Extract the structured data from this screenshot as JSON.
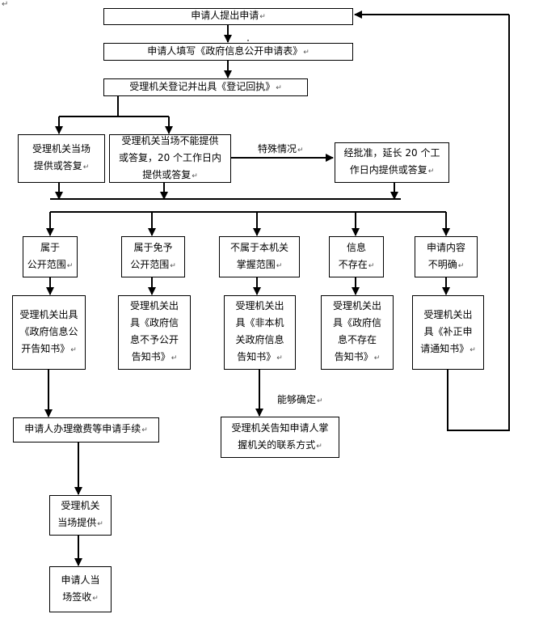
{
  "nodes": {
    "apply": "申请人提出申请",
    "fill_form": "申请人填写《政府信息公开申请表》",
    "register": "受理机关登记并出具《登记回执》",
    "onsite_reply": "受理机关当场\n提供或答复",
    "cannot_onsite": "受理机关当场不能提供\n或答复，20 个工作日内\n提供或答复",
    "extend": "经批准，延长 20 个工\n作日内提供或答复",
    "public_scope": "属于\n公开范围",
    "exempt_scope": "属于免予\n公开范围",
    "not_this_org": "不属于本机关\n掌握范围",
    "not_exist": "信息\n不存在",
    "unclear": "申请内容\n不明确",
    "notice_public": "受理机关出具\n《政府信息公\n开告知书》",
    "notice_exempt": "受理机关出\n具《政府信\n息不予公开\n告知书》",
    "notice_not_org": "受理机关出\n具《非本机\n关政府信息\n告知书》",
    "notice_not_exist": "受理机关出\n具《政府信\n息不存在\n告知书》",
    "notice_correct": "受理机关出\n具《补正申\n请通知书》",
    "pay_fees": "申请人办理缴费等申请手续",
    "inform_contact": "受理机关告知申请人掌\n握机关的联系方式",
    "provide_onsite": "受理机关\n当场提供",
    "sign_receive": "申请人当\n场签收"
  },
  "labels": {
    "special_case": "特殊情况",
    "can_determine": "能够确定"
  }
}
